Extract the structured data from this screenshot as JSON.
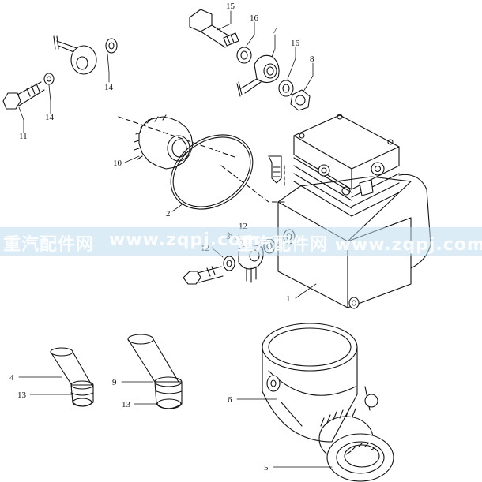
{
  "callouts": [
    {
      "id": "c15",
      "label": "15"
    },
    {
      "id": "c16a",
      "label": "16"
    },
    {
      "id": "c7",
      "label": "7"
    },
    {
      "id": "c16b",
      "label": "16"
    },
    {
      "id": "c8",
      "label": "8"
    },
    {
      "id": "c14a",
      "label": "14"
    },
    {
      "id": "c14b",
      "label": "14"
    },
    {
      "id": "c11",
      "label": "11"
    },
    {
      "id": "c10",
      "label": "10"
    },
    {
      "id": "c2",
      "label": "2"
    },
    {
      "id": "c12a",
      "label": "12"
    },
    {
      "id": "c3",
      "label": "3"
    },
    {
      "id": "c12b",
      "label": "12"
    },
    {
      "id": "c1",
      "label": "1"
    },
    {
      "id": "c4",
      "label": "4"
    },
    {
      "id": "c13a",
      "label": "13"
    },
    {
      "id": "c9",
      "label": "9"
    },
    {
      "id": "c13b",
      "label": "13"
    },
    {
      "id": "c6",
      "label": "6"
    },
    {
      "id": "c5",
      "label": "5"
    }
  ],
  "watermark": {
    "left_text": "重汽配件网",
    "mid_text": "www.zqpj.com",
    "right_text": "重汽配件网 www.zqpj.com"
  }
}
